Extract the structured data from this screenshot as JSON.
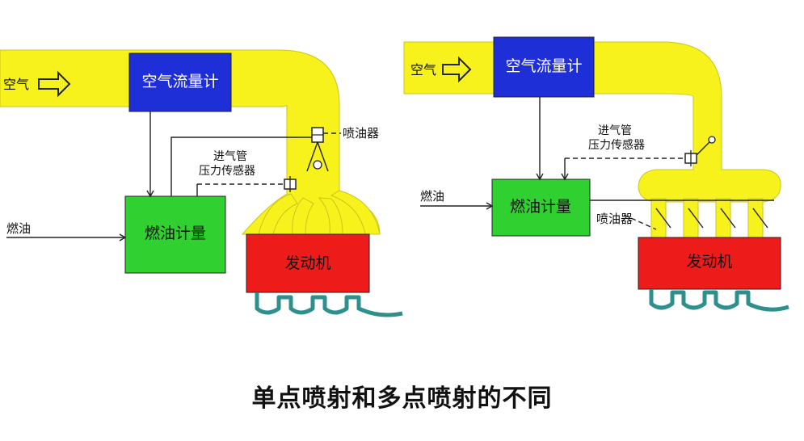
{
  "colors": {
    "pipe": "#f7f21c",
    "pipe_edge": "#c9c520",
    "air_meter": "#1f2fd8",
    "fuel_meter": "#2fd02f",
    "engine": "#ee1b1b",
    "exhaust": "#2f8f8c",
    "line": "#222222",
    "label_text": "#111111"
  },
  "left": {
    "air_label": "空气",
    "air_meter_label": "空气流量计",
    "fuel_label": "燃油",
    "fuel_meter_label": "燃油计量",
    "injector_label": "喷油器",
    "sensor_label_line1": "进气管",
    "sensor_label_line2": "压力传感器",
    "engine_label": "发动机"
  },
  "right": {
    "air_label": "空气",
    "air_meter_label": "空气流量计",
    "fuel_label": "燃油",
    "fuel_meter_label": "燃油计量",
    "injector_label": "喷油器",
    "sensor_label_line1": "进气管",
    "sensor_label_line2": "压力传感器",
    "engine_label": "发动机"
  },
  "caption": "单点喷射和多点喷射的不同"
}
